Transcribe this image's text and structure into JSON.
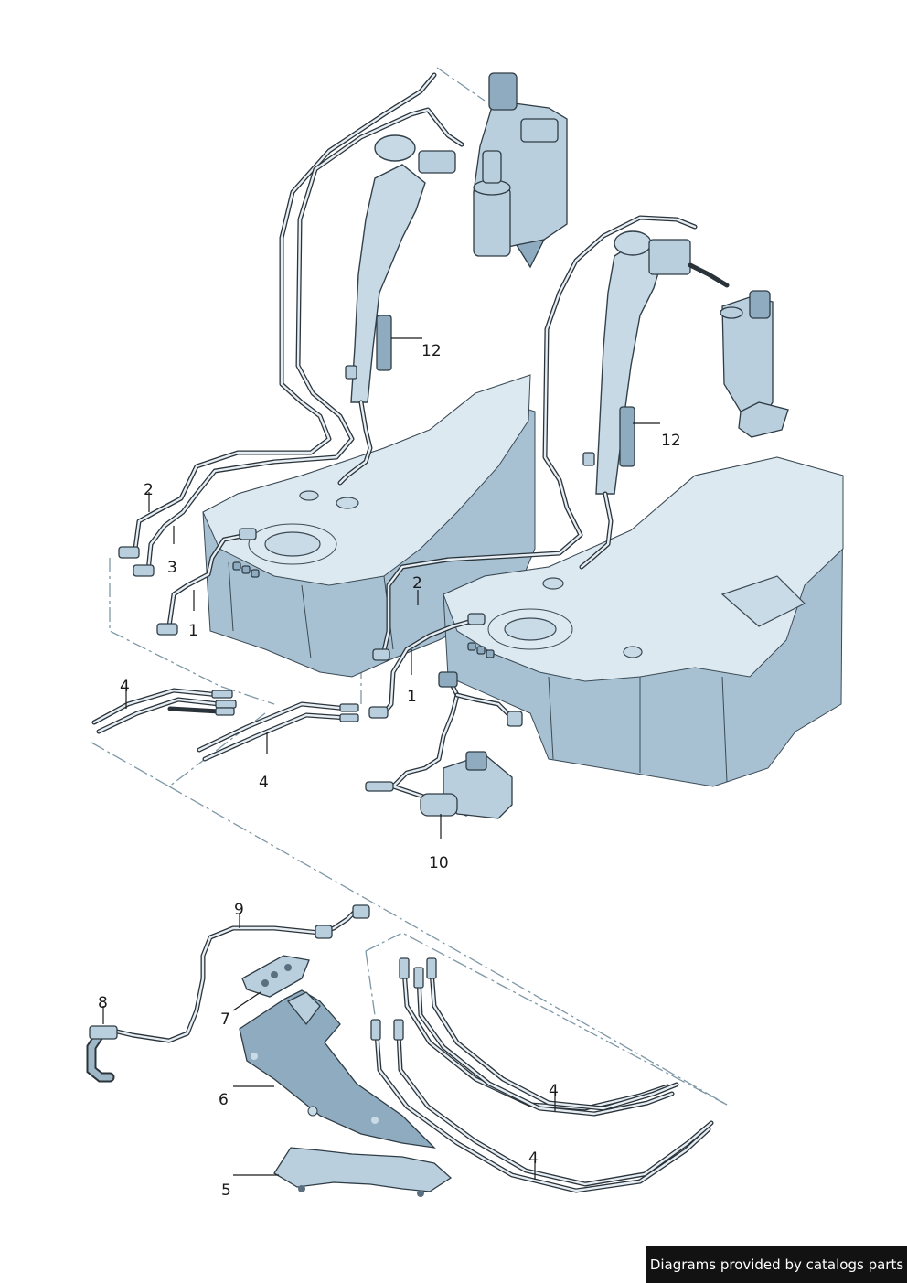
{
  "labels": {
    "l1a": "1",
    "l1b": "1",
    "l2a": "2",
    "l2b": "2",
    "l3": "3",
    "l4a": "4",
    "l4b": "4",
    "l4c": "4",
    "l4d": "4",
    "l5": "5",
    "l6": "6",
    "l7": "7",
    "l8": "8",
    "l9": "9",
    "l10": "10",
    "l12a": "12",
    "l12b": "12"
  },
  "footer": {
    "text": "Diagrams provided by catalogs parts"
  }
}
